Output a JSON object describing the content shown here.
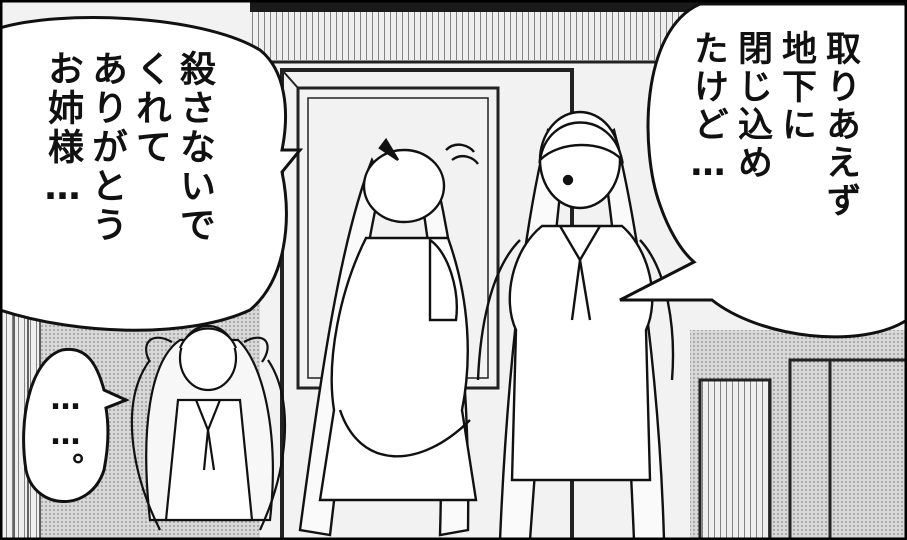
{
  "bubbles": {
    "right": {
      "lines": [
        "取りあえず",
        "地下に",
        "閉じ込め",
        "たけど…"
      ]
    },
    "left": {
      "lines": [
        "殺さないで",
        "くれて",
        "ありがとう",
        "お姉様…"
      ]
    },
    "small": {
      "lines": [
        "……。"
      ]
    }
  },
  "colors": {
    "panel_border": "#000000",
    "ink": "#111111",
    "paper": "#ffffff",
    "screentone": "#9a9a9a"
  }
}
